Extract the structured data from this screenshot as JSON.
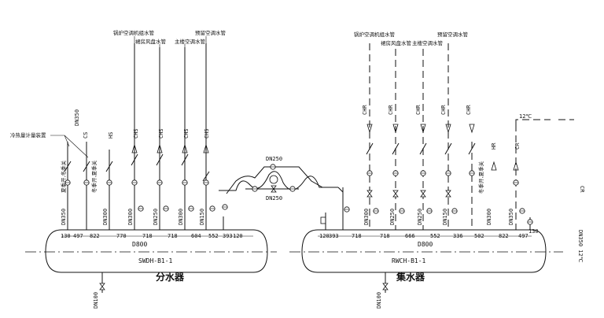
{
  "left": {
    "header_labels": [
      "锅炉空调机组水管",
      "裙房风盘水管",
      "主楼空调水管",
      "预留空调水管"
    ],
    "device_note": "冷热量计量装置",
    "riser_labels": [
      "CS",
      "HS",
      "CHS",
      "CHS",
      "CHS",
      "CHS"
    ],
    "branch_sizes": [
      "DN350",
      "DN300",
      "DN300",
      "DN250",
      "DN300",
      "DN150"
    ],
    "vertical_size": "DN350",
    "season_labels": [
      "夏季开,冬季关",
      "冬季开,夏季关"
    ],
    "spacings": [
      "130",
      "497",
      "822",
      "770",
      "718",
      "718",
      "604",
      "552",
      "393",
      "120"
    ],
    "vessel_size": "D800",
    "vessel_id": "SWDH-B1-1",
    "caption": "分水器",
    "drain_size": "DN100"
  },
  "bypass": {
    "top_size": "DN250",
    "bottom_size": "DN250"
  },
  "right": {
    "header_labels": [
      "锅炉空调机组水管",
      "裙房风盘水管",
      "主楼空调水管",
      "预留空调水管"
    ],
    "riser_labels": [
      "CHR",
      "CHR",
      "CHR",
      "CHR",
      "CHR",
      "HR",
      "CR"
    ],
    "branch_sizes": [
      "DN300",
      "DN250",
      "DN250",
      "DN150",
      "DN300",
      "DN350"
    ],
    "season_label": "冬季开,夏季关",
    "temp_top": "12℃",
    "cr_label": "CR",
    "outlet_label": "DN350 12℃",
    "spacings": [
      "120",
      "393",
      "718",
      "718",
      "666",
      "552",
      "336",
      "502",
      "822",
      "497",
      "130"
    ],
    "vessel_size": "D800",
    "vessel_id": "RWCH-B1-1",
    "caption": "集水器",
    "drain_size": "DN100"
  }
}
